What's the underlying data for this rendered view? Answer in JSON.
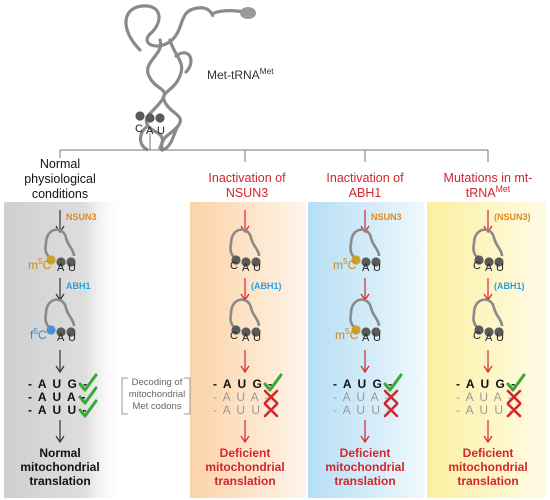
{
  "colors": {
    "red": "#d3262e",
    "nsun3_orange": "#e08a1e",
    "abh1_blue": "#2aa0dc",
    "mod_gold": "#c9a227",
    "mod_blue": "#4a90d9",
    "check_green": "#37a934",
    "grey_panel": "#cfcfcf",
    "orange_panel": "#fbd9b2",
    "blue_panel": "#b9e1f5",
    "yellow_panel": "#fbf0a8"
  },
  "top": {
    "trna_label": "Met-tRNA",
    "trna_label_sup": "Met",
    "anticodon_letters": [
      "C",
      "A",
      "U"
    ]
  },
  "columns": [
    {
      "header": "Normal physiological conditions",
      "header_color": "black",
      "step1_enzyme": "NSUN3",
      "mod1_label": "m",
      "mod1_sup": "5",
      "mod1_base": "C",
      "step2_enzyme": "ABH1",
      "mod2_label": "f",
      "mod2_sup": "5",
      "mod2_base": "C",
      "anticodon_rest": [
        "A",
        "U"
      ],
      "codons": [
        "- A U G -",
        "- A U A -",
        "- A U U -"
      ],
      "codon_ok": [
        true,
        true,
        true
      ],
      "result": "Normal mitochondrial translation",
      "result_color": "black"
    },
    {
      "header": "Inactivation of NSUN3",
      "header_color": "red",
      "step1_enzyme": "",
      "unmod_base_1": "C",
      "step2_enzyme": "(ABH1)",
      "unmod_base_2": "C",
      "anticodon_rest": [
        "A",
        "U"
      ],
      "codons": [
        "- A U G -",
        "- A U A -",
        "- A U U -"
      ],
      "codon_ok": [
        true,
        false,
        false
      ],
      "result": "Deficient mitochondrial translation",
      "result_color": "red"
    },
    {
      "header": "Inactivation of ABH1",
      "header_color": "red",
      "step1_enzyme": "NSUN3",
      "mod1_label": "m",
      "mod1_sup": "5",
      "mod1_base": "C",
      "step2_enzyme": "",
      "mod2_label": "m",
      "mod2_sup": "5",
      "mod2_base": "C",
      "anticodon_rest": [
        "A",
        "U"
      ],
      "codons": [
        "- A U G -",
        "- A U A -",
        "- A U U -"
      ],
      "codon_ok": [
        true,
        false,
        false
      ],
      "result": "Deficient mitochondrial translation",
      "result_color": "red"
    },
    {
      "header": "Mutations in mt-tRNA",
      "header_sup": "Met",
      "header_color": "red",
      "step1_enzyme": "(NSUN3)",
      "unmod_base_1": "C",
      "step2_enzyme": "(ABH1)",
      "unmod_base_2": "C",
      "anticodon_rest": [
        "A",
        "U"
      ],
      "codons": [
        "- A U G -",
        "- A U A -",
        "- A U U -"
      ],
      "codon_ok": [
        true,
        false,
        false
      ],
      "result": "Deficient mitochondrial translation",
      "result_color": "red"
    }
  ],
  "bracket_note": "Decoding of mitochondrial Met codons"
}
